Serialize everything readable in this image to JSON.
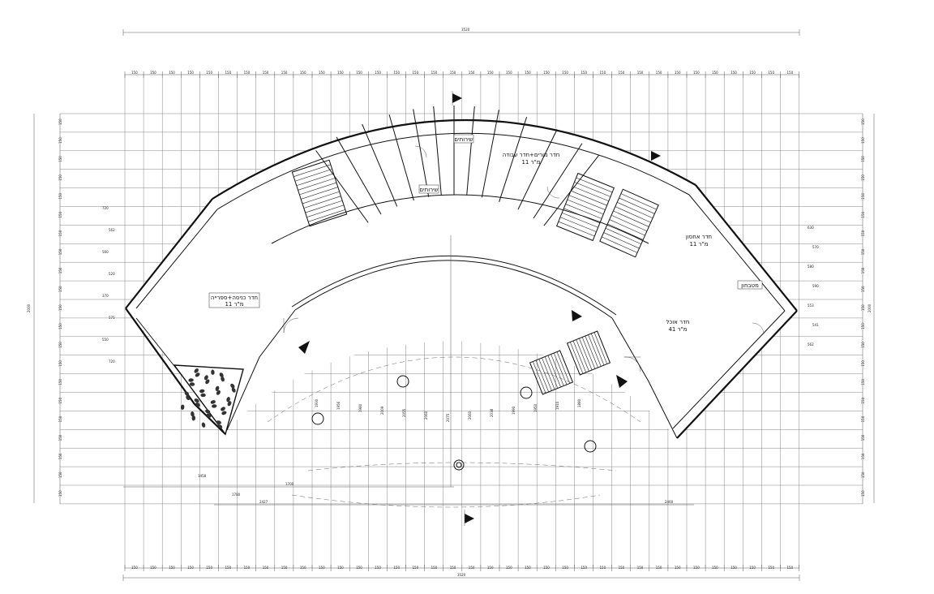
{
  "drawing": {
    "overall_dimension_top": "3520",
    "overall_dimension_bottom": "3520",
    "overall_dimension_left": "2000",
    "overall_dimension_right": "2000",
    "module_value": "150",
    "rooms": {
      "left_hall": {
        "line1": "חדר כניסה+ספרייה",
        "line2": "11 מ\"ר"
      },
      "right_hall": {
        "line1": "חדר אוכל",
        "line2": "41 מ\"ר"
      },
      "top_office": {
        "line1": "חדר מורים+חדר עבודה",
        "line2": "11 מ\"ר"
      },
      "right_small": {
        "line1": "חדר אחסון",
        "line2": "11 מ\"ר"
      },
      "right_kitchen": {
        "line1": "מטבחון"
      },
      "wc_1": {
        "line1": "שירותים"
      },
      "wc_2": {
        "line1": "שירותים"
      }
    },
    "interior_dims": [
      "1930",
      "1956",
      "1980",
      "2009",
      "2055",
      "2060",
      "2075",
      "2060",
      "2038",
      "1990",
      "1950",
      "1910",
      "1880"
    ],
    "bottom_dims": [
      "1700",
      "1780",
      "2427",
      "1458",
      "2460"
    ],
    "left_side_dims": [
      "720",
      "562",
      "560",
      "520",
      "370",
      "575",
      "550",
      "720"
    ],
    "right_side_dims": [
      "630",
      "570",
      "580",
      "590",
      "553",
      "541",
      "562"
    ]
  }
}
